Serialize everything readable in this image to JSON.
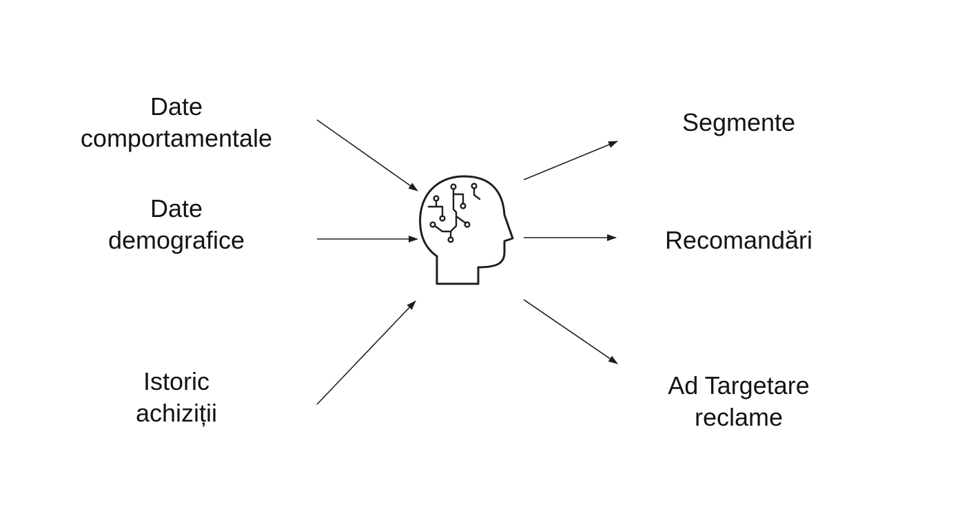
{
  "inputs": {
    "behavioral": {
      "line1": "Date",
      "line2": "comportamentale"
    },
    "demographic": {
      "line1": "Date",
      "line2": "demografice"
    },
    "purchase_history": {
      "line1": "Istoric",
      "line2": "achiziții"
    }
  },
  "outputs": {
    "segments": {
      "line1": "Segmente"
    },
    "recommendations": {
      "line1": "Recomandări"
    },
    "ad_targeting": {
      "line1": "Ad Targetare",
      "line2": "reclame"
    }
  },
  "center_icon": "ai-brain-head-icon",
  "colors": {
    "stroke": "#1e1e1e",
    "text": "#141414",
    "background": "#ffffff"
  }
}
